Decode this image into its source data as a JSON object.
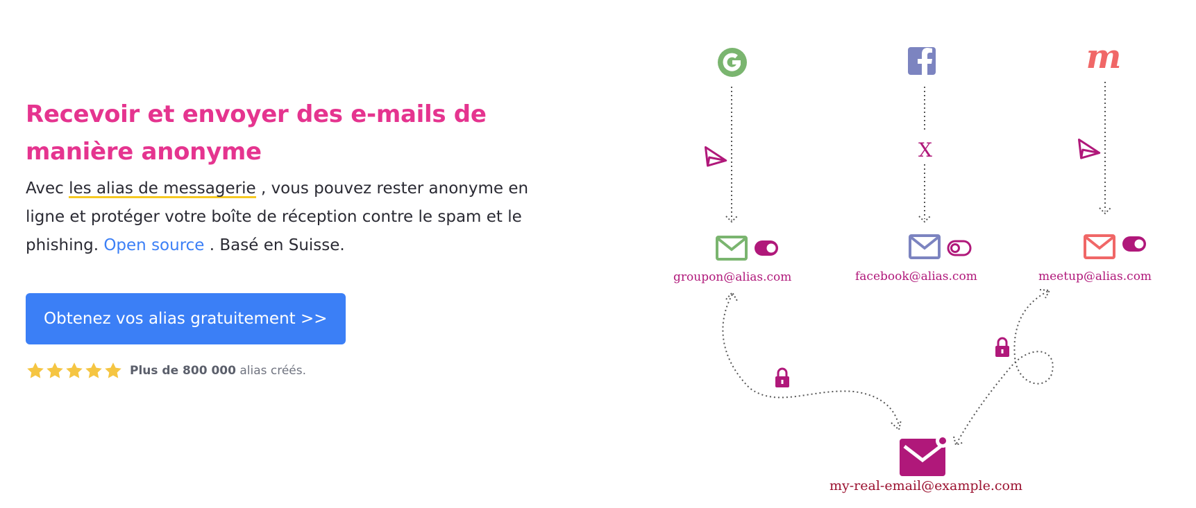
{
  "hero": {
    "title": "Recevoir et envoyer des e-mails de manière anonyme",
    "text_before": "Avec ",
    "alias_link": "les alias de messagerie",
    "text_middle": " , vous pouvez rester anonyme en ligne et protéger votre boîte de réception contre le spam et le phishing. ",
    "open_source_link": "Open source",
    "text_after": " . Basé en Suisse.",
    "cta_label": "Obtenez vos alias gratuitement >>",
    "rating": {
      "stars": 5,
      "count_bold": "Plus de 800 000",
      "count_rest": " alias créés."
    }
  },
  "diagram": {
    "blocked_marker": "X",
    "aliases": [
      {
        "email": "groupon@alias.com",
        "service_icon": "google-icon",
        "enabled": true,
        "color": "#7ab56f"
      },
      {
        "email": "facebook@alias.com",
        "service_icon": "facebook-icon",
        "enabled": false,
        "color": "#7c84c0"
      },
      {
        "email": "meetup@alias.com",
        "service_icon": "meetup-icon",
        "enabled": true,
        "color": "#f06767"
      }
    ],
    "real_email": "my-real-email@example.com"
  },
  "colors": {
    "title": "#e5348f",
    "link": "#3b7ff6",
    "button": "#3b7ff6",
    "underline": "#f6c921",
    "star": "#f5c542",
    "accent": "#b0187a"
  }
}
